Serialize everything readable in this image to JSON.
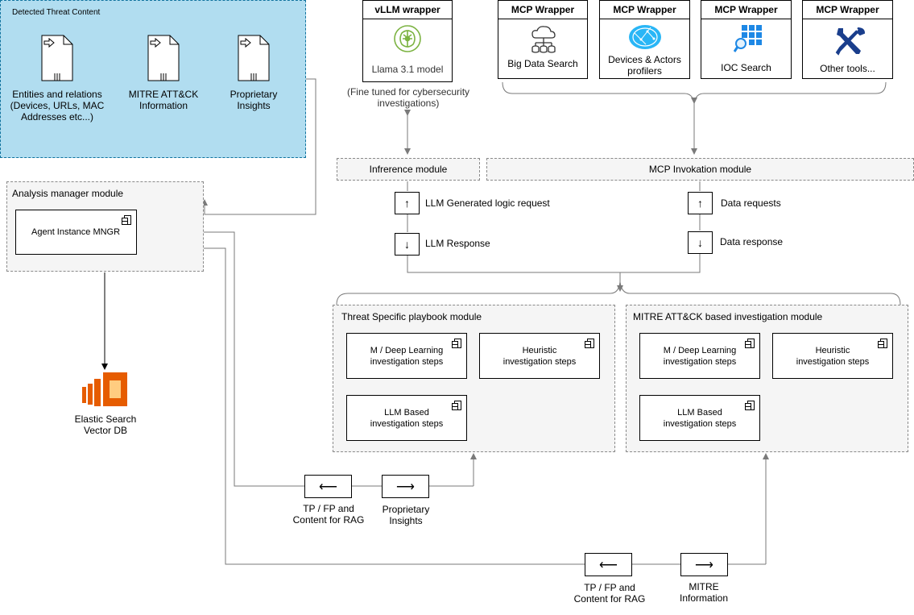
{
  "threat_panel": {
    "title": "Detected Threat Content",
    "docs": [
      {
        "label": "Entities and relations (Devices, URLs, MAC Addresses etc...)"
      },
      {
        "label": "MITRE ATT&CK Information"
      },
      {
        "label": "Proprietary Insights"
      }
    ]
  },
  "vllm": {
    "title": "vLLM wrapper",
    "model": "Llama 3.1 model",
    "note": "(Fine tuned for cybersecurity investigations)"
  },
  "mcp_wrappers": [
    {
      "title": "MCP Wrapper",
      "label": "Big Data Search"
    },
    {
      "title": "MCP Wrapper",
      "label": "Devices & Actors profilers"
    },
    {
      "title": "MCP Wrapper",
      "label": "IOC Search"
    },
    {
      "title": "MCP Wrapper",
      "label": "Other tools..."
    }
  ],
  "inference_module": "Infrerence module",
  "mcp_invokation_module": "MCP Invokation module",
  "llm_request": {
    "arrow": "↑",
    "label": "LLM Generated logic request"
  },
  "llm_response": {
    "arrow": "↓",
    "label": "LLM Response"
  },
  "data_requests": {
    "arrow": "↑",
    "label": "Data requests"
  },
  "data_response": {
    "arrow": "↓",
    "label": "Data response"
  },
  "analysis_manager": {
    "title": "Analysis manager module",
    "agent": "Agent Instance MNGR"
  },
  "elastic": {
    "label": "Elastic Search Vector DB"
  },
  "playbook_module": {
    "title": "Threat Specific playbook module",
    "ml": "M / Deep Learning investigation steps",
    "heuristic": "Heuristic investigation steps",
    "llm": "LLM Based investigation steps"
  },
  "mitre_module": {
    "title": "MITRE ATT&CK based investigation module",
    "ml": "M / Deep Learning investigation steps",
    "heuristic": "Heuristic investigation steps",
    "llm": "LLM Based investigation steps"
  },
  "flow1": {
    "left_arrow": "⟵",
    "right_arrow": "⟶",
    "left_label": "TP / FP and Content for RAG",
    "right_label": "Proprietary Insights"
  },
  "flow2": {
    "left_arrow": "⟵",
    "right_arrow": "⟶",
    "left_label": "TP / FP and Content for RAG",
    "right_label": "MITRE Information"
  },
  "colors": {
    "threat_panel_bg": "#b1ddf0",
    "threat_panel_border": "#10739e",
    "module_bg": "#f5f5f5",
    "llm_icon": "#7cb342",
    "elastic": "#e65c00",
    "ioc": "#1e88e5",
    "tools": "#1a3e8c"
  }
}
